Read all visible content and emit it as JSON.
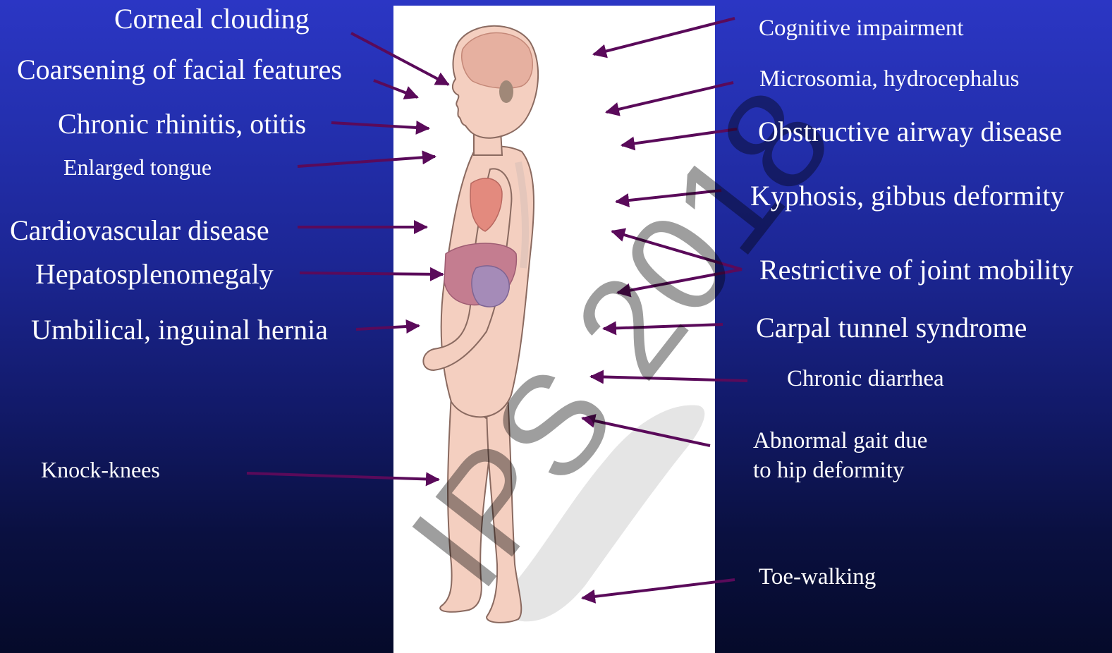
{
  "left_labels": [
    {
      "id": "corneal",
      "text": "Corneal clouding"
    },
    {
      "id": "coarsening",
      "text": "Coarsening of facial features"
    },
    {
      "id": "rhinitis",
      "text": "Chronic rhinitis, otitis"
    },
    {
      "id": "tongue",
      "text": "Enlarged tongue"
    },
    {
      "id": "cardio",
      "text": "Cardiovascular disease"
    },
    {
      "id": "hepato",
      "text": "Hepatosplenomegaly"
    },
    {
      "id": "hernia",
      "text": "Umbilical, inguinal hernia"
    },
    {
      "id": "knock",
      "text": "Knock-knees"
    }
  ],
  "right_labels": [
    {
      "id": "cognitive",
      "text": "Cognitive impairment"
    },
    {
      "id": "microsomia",
      "text": "Microsomia, hydrocephalus"
    },
    {
      "id": "airway",
      "text": "Obstructive airway disease"
    },
    {
      "id": "kyphosis",
      "text": "Kyphosis, gibbus deformity"
    },
    {
      "id": "joint",
      "text": "Restrictive of joint mobility"
    },
    {
      "id": "carpal",
      "text": "Carpal tunnel syndrome"
    },
    {
      "id": "diarrhea",
      "text": "Chronic diarrhea"
    },
    {
      "id": "gait_line1",
      "text": "Abnormal gait due"
    },
    {
      "id": "gait_line2",
      "text": "to hip deformity"
    },
    {
      "id": "toe",
      "text": "Toe-walking"
    }
  ],
  "watermark": "IPS 2018",
  "colors": {
    "arrow": "#5a0a5a",
    "background_top": "#2b36c4",
    "background_bottom": "#050a2a",
    "panel": "#ffffff",
    "skin": "#f4cfc0"
  }
}
